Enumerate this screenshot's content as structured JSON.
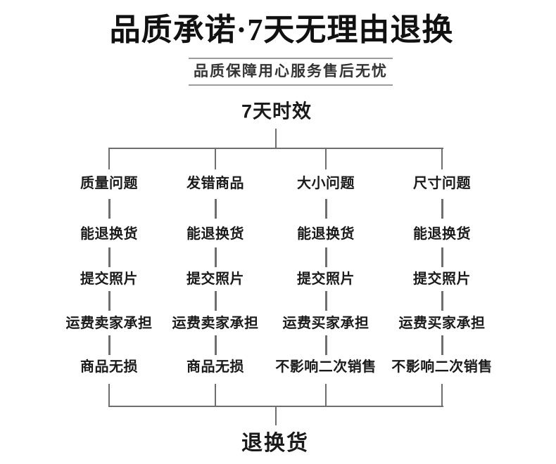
{
  "page": {
    "background": "#ffffff"
  },
  "header": {
    "title": "品质承诺·7天无理由退换",
    "subtitle": "品质保障用心服务售后无忧"
  },
  "flowchart": {
    "root": "7天时效",
    "sink": "退换货",
    "columns": [
      {
        "reason": "质量问题",
        "steps": [
          "能退换货",
          "提交照片",
          "运费卖家承担",
          "商品无损"
        ]
      },
      {
        "reason": "发错商品",
        "steps": [
          "能退换货",
          "提交照片",
          "运费卖家承担",
          "商品无损"
        ]
      },
      {
        "reason": "大小问题",
        "steps": [
          "能退换货",
          "提交照片",
          "运费买家承担",
          "不影响二次销售"
        ]
      },
      {
        "reason": "尺寸问题",
        "steps": [
          "能退换货",
          "提交照片",
          "运费买家承担",
          "不影响二次销售"
        ]
      }
    ],
    "colors": {
      "line": "#6e6e6e",
      "text": "#1a1a1a",
      "title": "#111111",
      "divider": "#9c9c9c"
    }
  }
}
